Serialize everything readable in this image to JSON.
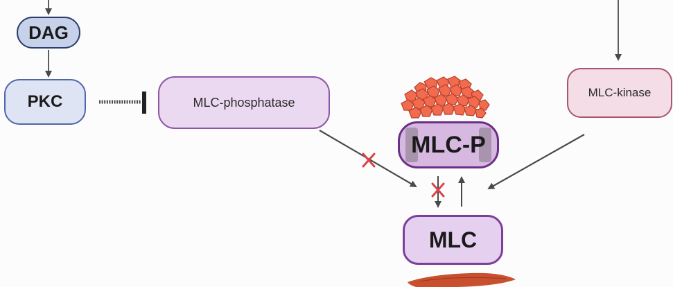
{
  "nodes": {
    "dag": "DAG",
    "pkc": "PKC",
    "mlc_phosphatase": "MLC-phosphatase",
    "mlc_kinase": "MLC-kinase",
    "mlc_p": "MLC-P",
    "mlc": "MLC"
  },
  "colors": {
    "arrow": "#4a4a4a",
    "inhibit_cross": "#d9434a",
    "muscle_cluster": "#f26b4f",
    "muscle_fiber": "#c9502e"
  },
  "icons": [
    "muscle-protein-cluster-icon",
    "muscle-fiber-icon",
    "x-mark-icon",
    "inhibition-bar-icon"
  ]
}
